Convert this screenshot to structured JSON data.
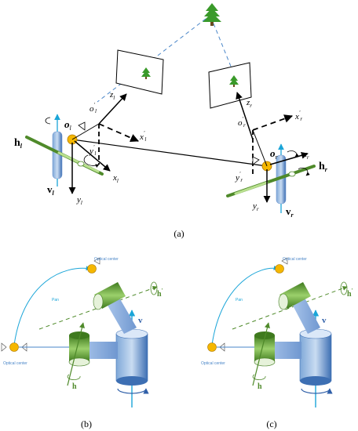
{
  "panel_a": {
    "caption": "(a)",
    "left": {
      "o": "o",
      "o_sub": "l",
      "o_prime": "o",
      "o_prime_sub": "l",
      "z": "z",
      "z_sub": "l",
      "x": "x",
      "x_sub": "l",
      "y": "y",
      "y_sub": "l",
      "x_prime": "x",
      "x_prime_sub": "l",
      "y_prime": "y",
      "y_prime_sub": "l",
      "h": "h",
      "h_sub": "l",
      "v": "v",
      "v_sub": "l"
    },
    "right": {
      "o": "o",
      "o_sub": "r",
      "o_prime": "o",
      "o_prime_sub": "r",
      "z": "z",
      "z_sub": "r",
      "x": "x",
      "x_sub": "r",
      "y": "y",
      "y_sub": "r",
      "x_prime": "x",
      "x_prime_sub": "r",
      "y_prime": "y",
      "y_prime_sub": "r",
      "h": "h",
      "h_sub": "r",
      "v": "v",
      "v_sub": "r"
    }
  },
  "panel_b": {
    "caption": "(b)",
    "optical_center_top": "Optical center",
    "optical_center_left": "Optical center",
    "pan": "Pan",
    "h_label": "h",
    "h_prime_label": "h",
    "v_label": "v"
  },
  "panel_c": {
    "caption": "(c)",
    "optical_center_top": "Optical center",
    "optical_center_left": "Optical center",
    "pan": "Pan",
    "h_label": "h",
    "h_prime_label": "h",
    "v_label": "v"
  },
  "colors": {
    "camera": "#f5b700",
    "green": "#4f8a2a",
    "blue": "#4a86c8",
    "cyan": "#1aa5d8",
    "tree": "#3a9a2a"
  }
}
